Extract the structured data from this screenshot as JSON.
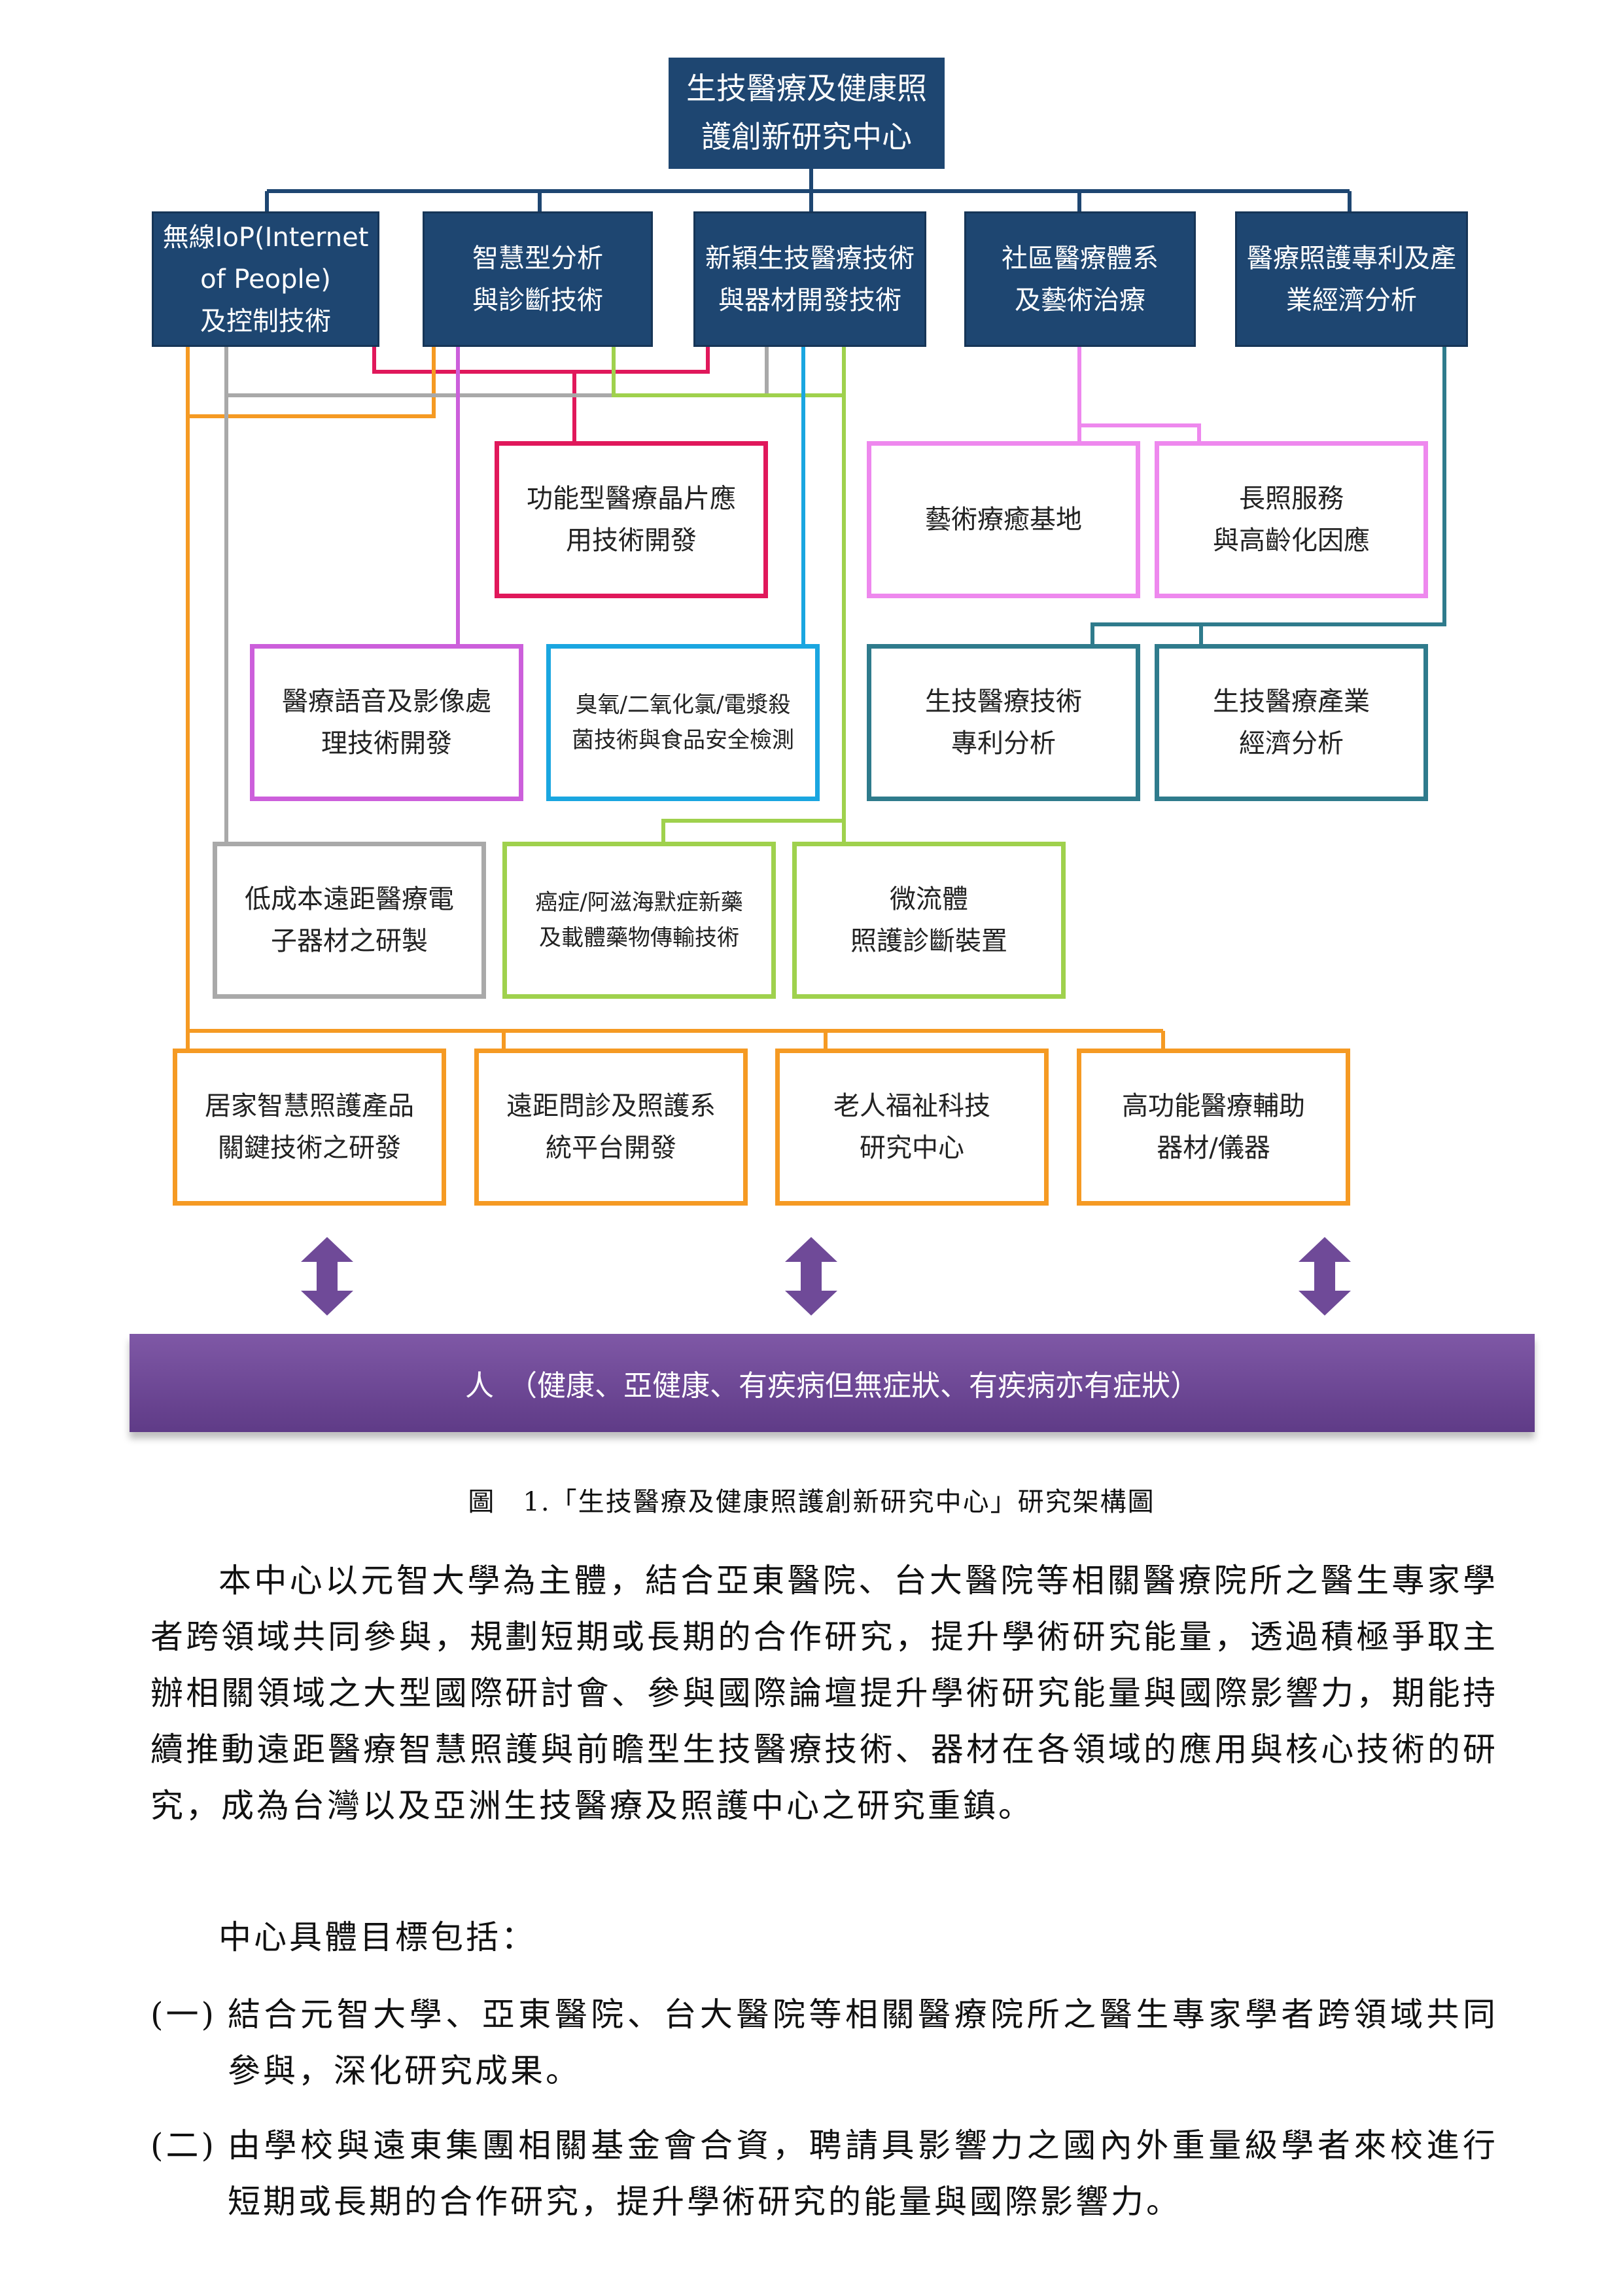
{
  "diagram": {
    "top": {
      "line1": "生技醫療及健康照",
      "line2": "護創新研究中心"
    },
    "divisions": [
      {
        "lines": [
          "無線IoP(Internet",
          "of People)",
          "及控制技術"
        ]
      },
      {
        "lines": [
          "智慧型分析",
          "與診斷技術"
        ]
      },
      {
        "lines": [
          "新穎生技醫療技術",
          "與器材開發技術"
        ]
      },
      {
        "lines": [
          "社區醫療體系",
          "及藝術治療"
        ]
      },
      {
        "lines": [
          "醫療照護專利及產",
          "業經濟分析"
        ]
      }
    ],
    "projects": {
      "chip": [
        "功能型醫療晶片應",
        "用技術開發"
      ],
      "art_base": [
        "藝術療癒基地"
      ],
      "long_term": [
        "長照服務",
        "與高齡化因應"
      ],
      "voice": [
        "醫療語音及影像處",
        "理技術開發"
      ],
      "ozone": [
        "臭氧/二氧化氯/電漿殺",
        "菌技術與食品安全檢測"
      ],
      "patent": [
        "生技醫療技術",
        "專利分析"
      ],
      "economy": [
        "生技醫療產業",
        "經濟分析"
      ],
      "lowcost": [
        "低成本遠距醫療電",
        "子器材之研製"
      ],
      "cancer": [
        "癌症/阿滋海默症新藥",
        "及載體藥物傳輸技術"
      ],
      "microfluid": [
        "微流體",
        "照護診斷裝置"
      ],
      "home": [
        "居家智慧照護產品",
        "關鍵技術之研發"
      ],
      "remote": [
        "遠距問診及照護系",
        "統平台開發"
      ],
      "elderly": [
        "老人福祉科技",
        "研究中心"
      ],
      "assist": [
        "高功能醫療輔助",
        "器材/儀器"
      ]
    },
    "band": "人　（健康、亞健康、有疾病但無症狀、有疾病亦有症狀）",
    "colors": {
      "navy": "#1e4671",
      "red": "#e0185b",
      "violet": "#cc5fdb",
      "pink": "#ee88ee",
      "teal": "#2f7b8c",
      "sky": "#1aa6e0",
      "gray": "#a9a9a9",
      "green": "#9fd14d",
      "orange": "#f59a23",
      "purple": "#6f4a98"
    }
  },
  "caption": "圖　1.「生技醫療及健康照護創新研究中心」研究架構圖",
  "body": {
    "p1": "本中心以元智大學為主體，結合亞東醫院、台大醫院等相關醫療院所之醫生專家學者跨領域共同參與，規劃短期或長期的合作研究，提升學術研究能量，透過積極爭取主辦相關領域之大型國際研討會、參與國際論壇提升學術研究能量與國際影響力，期能持續推動遠距醫療智慧照護與前瞻型生技醫療技術、器材在各領域的應用與核心技術的研究，成為台灣以及亞洲生技醫療及照護中心之研究重鎮。",
    "goals_title": "中心具體目標包括：",
    "goals": [
      {
        "marker": "(一)",
        "text": "結合元智大學、亞東醫院、台大醫院等相關醫療院所之醫生專家學者跨領域共同參與，深化研究成果。"
      },
      {
        "marker": "(二)",
        "text": "由學校與遠東集團相關基金會合資，聘請具影響力之國內外重量級學者來校進行短期或長期的合作研究，提升學術研究的能量與國際影響力。"
      }
    ]
  }
}
